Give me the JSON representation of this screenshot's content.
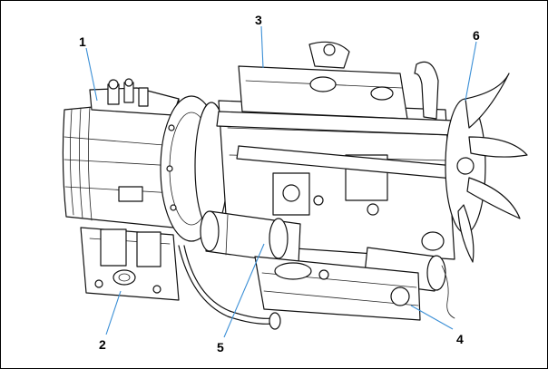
{
  "figure": {
    "line_color": "#111111",
    "leader_color": "#3b8fd6",
    "background": "#ffffff"
  },
  "callouts": [
    {
      "id": "1",
      "label": "1"
    },
    {
      "id": "2",
      "label": "2"
    },
    {
      "id": "3",
      "label": "3"
    },
    {
      "id": "4",
      "label": "4"
    },
    {
      "id": "5",
      "label": "5"
    },
    {
      "id": "6",
      "label": "6"
    }
  ]
}
